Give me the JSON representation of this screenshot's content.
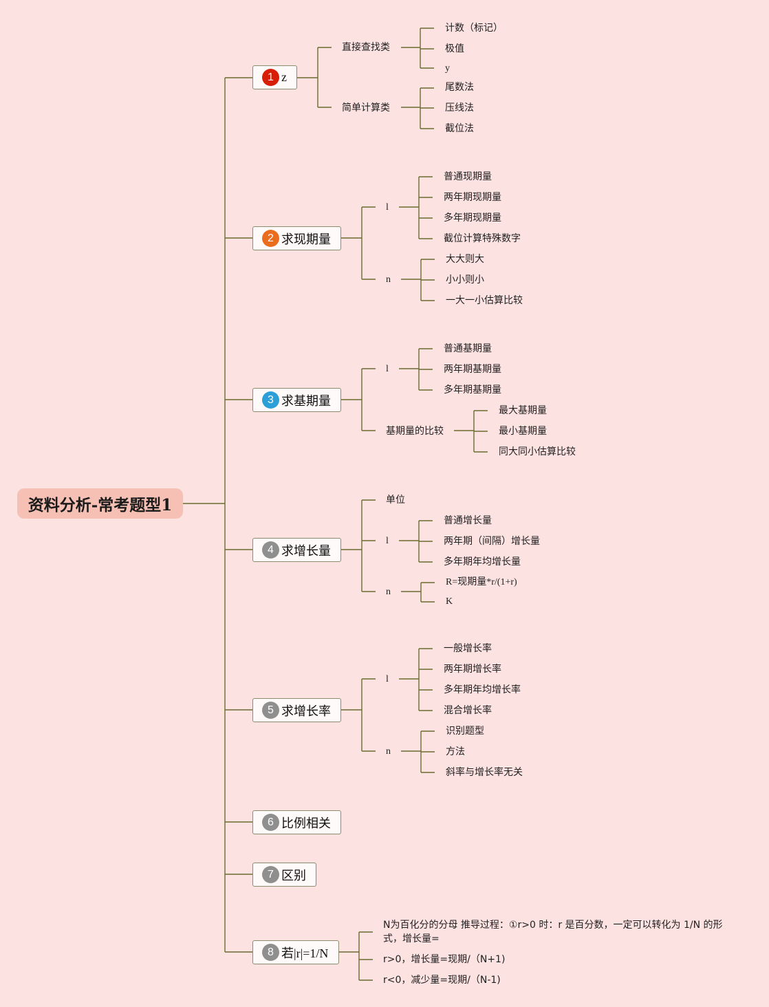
{
  "root": {
    "title": "资料分析-常考题型1",
    "color": "#f6c0b4"
  },
  "line_color": "#6b6b2e",
  "topics": [
    {
      "num": "1",
      "badge_color": "#d81e06",
      "label": "z"
    },
    {
      "num": "2",
      "badge_color": "#ea6c1d",
      "label": "求现期量"
    },
    {
      "num": "3",
      "badge_color": "#2d9fd8",
      "label": "求基期量"
    },
    {
      "num": "4",
      "badge_color": "#8f8f8f",
      "label": "求增长量"
    },
    {
      "num": "5",
      "badge_color": "#8f8f8f",
      "label": "求增长率"
    },
    {
      "num": "6",
      "badge_color": "#8f8f8f",
      "label": "比例相关"
    },
    {
      "num": "7",
      "badge_color": "#8f8f8f",
      "label": "区别"
    },
    {
      "num": "8",
      "badge_color": "#8f8f8f",
      "label": "若|r|=1/N"
    }
  ],
  "t1": {
    "direct": "直接查找类",
    "direct_items": [
      "计数（标记）",
      "极值",
      "y"
    ],
    "simple": "简单计算类",
    "simple_items": [
      "尾数法",
      "压线法",
      "截位法"
    ]
  },
  "t2": {
    "l": "l",
    "l_items": [
      "普通现期量",
      "两年期现期量",
      "多年期现期量",
      "截位计算特殊数字"
    ],
    "n": "n",
    "n_items": [
      "大大则大",
      "小小则小",
      "一大一小估算比较"
    ]
  },
  "t3": {
    "l": "l",
    "l_items": [
      "普通基期量",
      "两年期基期量",
      "多年期基期量"
    ],
    "cmp": "基期量的比较",
    "cmp_items": [
      "最大基期量",
      "最小基期量",
      "同大同小估算比较"
    ]
  },
  "t4": {
    "unit": "单位",
    "l": "l",
    "l_items": [
      "普通增长量",
      "两年期（间隔）增长量",
      "多年期年均增长量"
    ],
    "n": "n",
    "n_items": [
      "R=现期量*r/(1+r)",
      "K"
    ]
  },
  "t5": {
    "l": "l",
    "l_items": [
      "一般增长率",
      "两年期增长率",
      "多年期年均增长率",
      "混合增长率"
    ],
    "n": "n",
    "n_items": [
      "识别题型",
      "方法",
      "斜率与增长率无关"
    ]
  },
  "t8": {
    "items": [
      "N为百化分的分母 推导过程：①r>0 时：r 是百分数，一定可以转化为 1/N 的形式，增长量=",
      "r>0，增长量=现期/（N+1)",
      "r<0，减少量=现期/（N-1)"
    ]
  }
}
